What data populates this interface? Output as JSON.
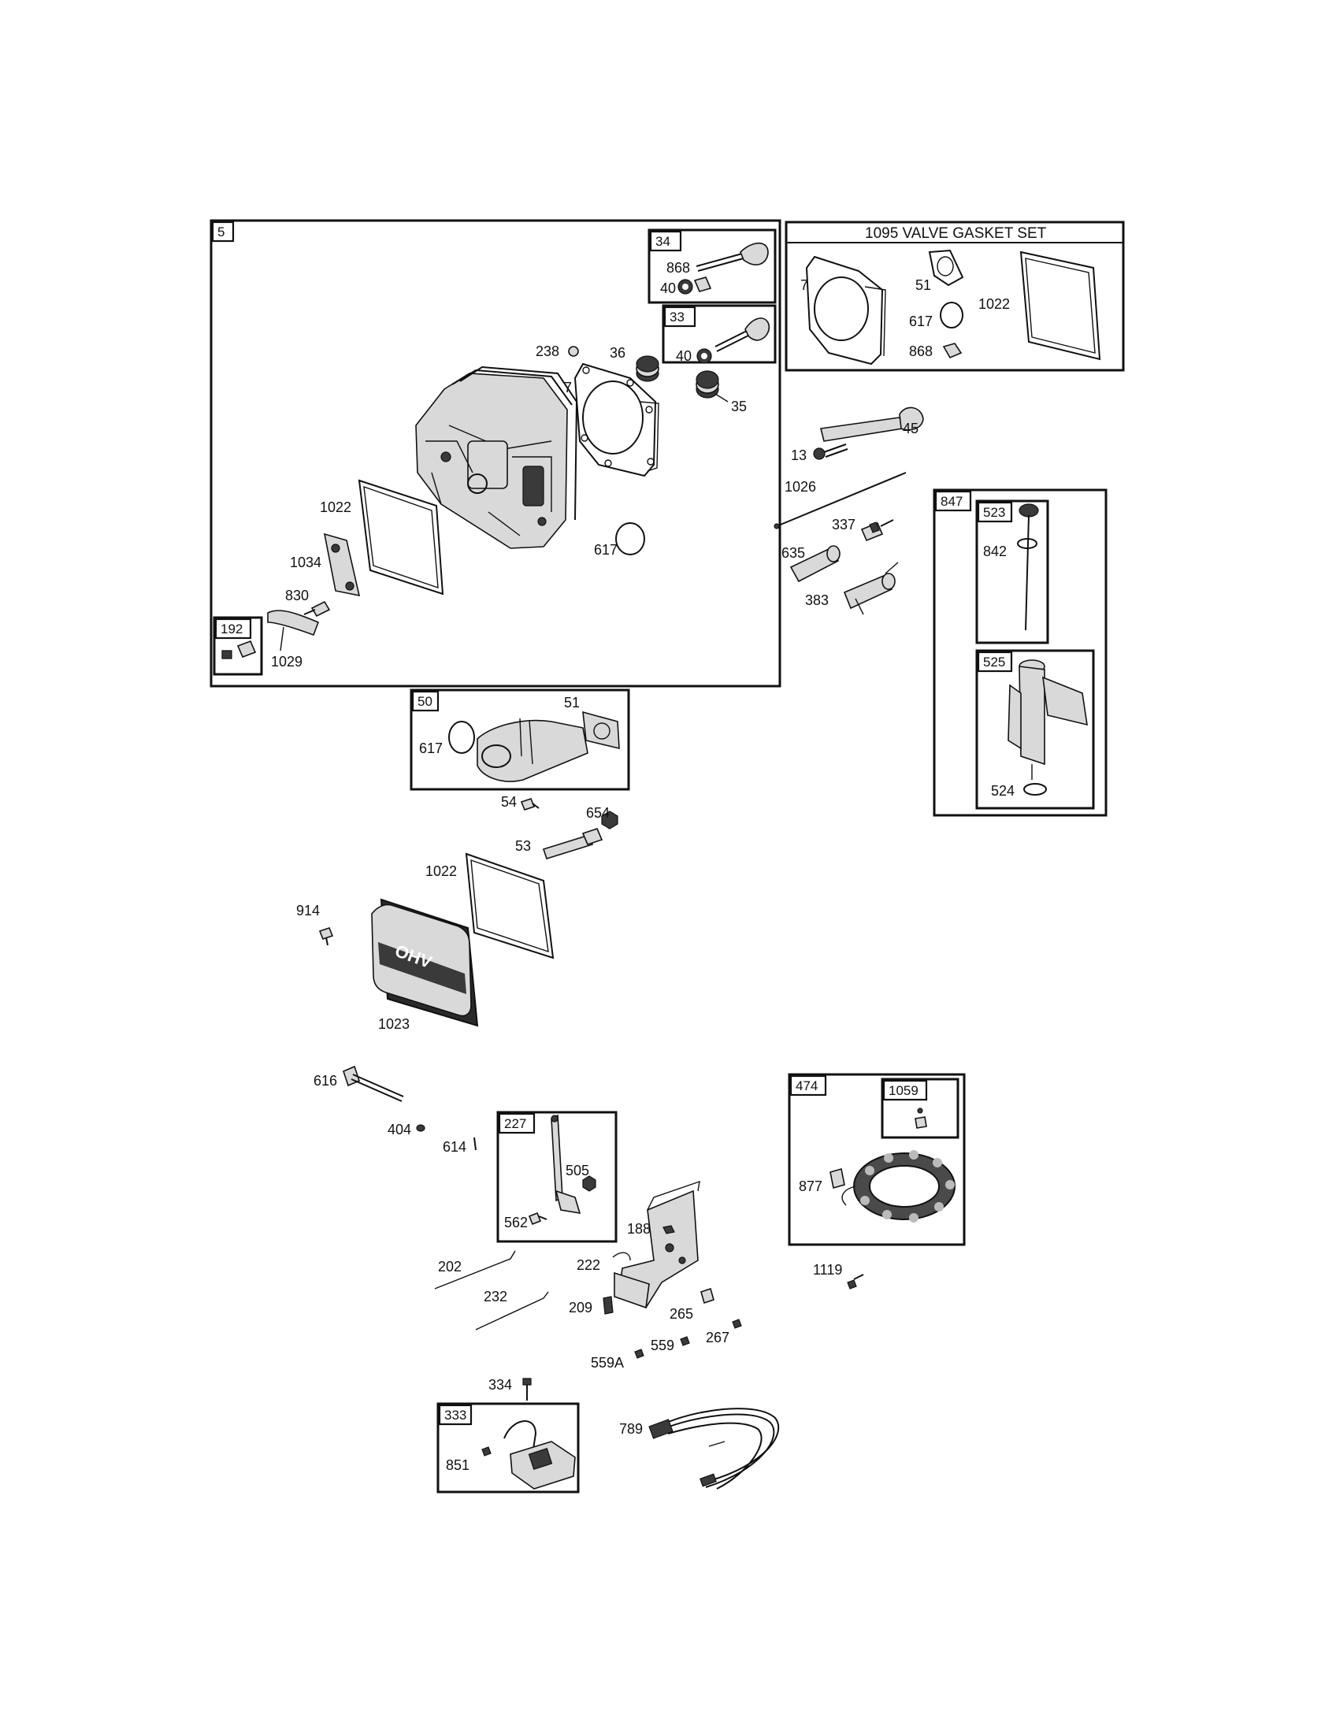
{
  "groups": {
    "cylinder_head": "5",
    "valve_exhaust": "34",
    "valve_intake": "33",
    "gasket_set_number": "1095",
    "gasket_set_title": "1095 VALVE GASKET SET",
    "dipstick_tube_assy": "847",
    "dipstick": "523",
    "dipstick_tube": "525",
    "breather_kit": "192",
    "intake_manifold": "50",
    "governor_lever": "227",
    "alternator": "474",
    "alternator_sub": "1059",
    "ignition_armature": "333"
  },
  "labels": {
    "head": [
      "238",
      "36",
      "7",
      "35",
      "1022",
      "1034",
      "830",
      "1029",
      "617"
    ],
    "valves": [
      "868",
      "40",
      "40"
    ],
    "gasket_set": [
      "7",
      "51",
      "617",
      "1022",
      "868"
    ],
    "misc_upper": [
      "13",
      "45",
      "1026",
      "337",
      "635",
      "383"
    ],
    "dipstick": [
      "842",
      "524"
    ],
    "manifold": [
      "617",
      "51",
      "54",
      "654",
      "53"
    ],
    "cover": [
      "1022",
      "914",
      "1023"
    ],
    "governor": [
      "616",
      "404",
      "614",
      "505",
      "562",
      "188",
      "202",
      "222",
      "232",
      "209",
      "265",
      "267",
      "559",
      "559A"
    ],
    "alternator": [
      "877",
      "1119"
    ],
    "ignition": [
      "334",
      "851",
      "789"
    ]
  }
}
